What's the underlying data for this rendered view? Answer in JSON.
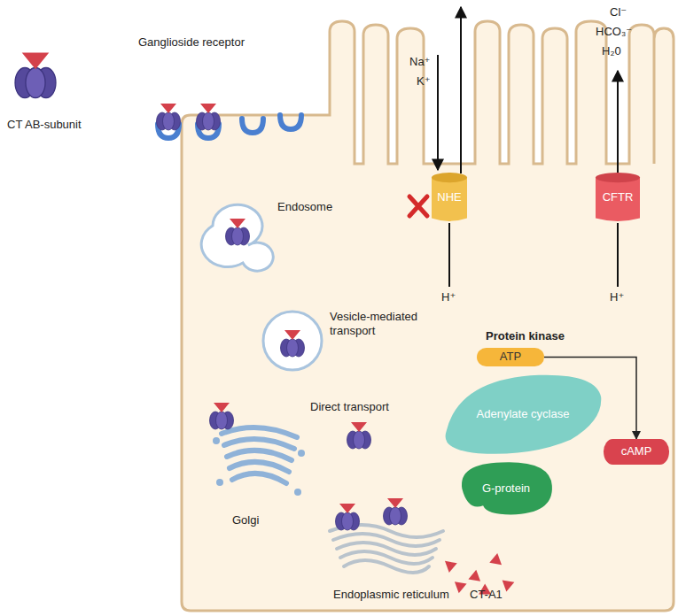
{
  "diagram": {
    "nodes": [
      {
        "text": [
          "NHE"
        ]
      },
      {
        "text": [
          "CFTR"
        ]
      },
      {
        "text": [
          "ATP"
        ]
      },
      {
        "text": [
          "Adenylate cyclase"
        ]
      },
      {
        "text": [
          "cAMP"
        ]
      },
      {
        "text": [
          "G-protein"
        ]
      }
    ],
    "edges": [
      {
        "from": 2,
        "to": 4,
        "arrow": "to"
      }
    ],
    "labels": [
      "CT AB-subunit",
      "Ganglioside receptor",
      "Na⁺",
      "K⁺",
      "Cl⁻",
      "HCO₃⁻",
      "H₂0",
      "H⁺",
      "H⁺",
      "Endosome",
      "Vesicle-mediated transport",
      "Protein kinase",
      "Direct transport",
      "Golgi",
      "Endoplasmic reticulum",
      "CT-A1"
    ]
  }
}
